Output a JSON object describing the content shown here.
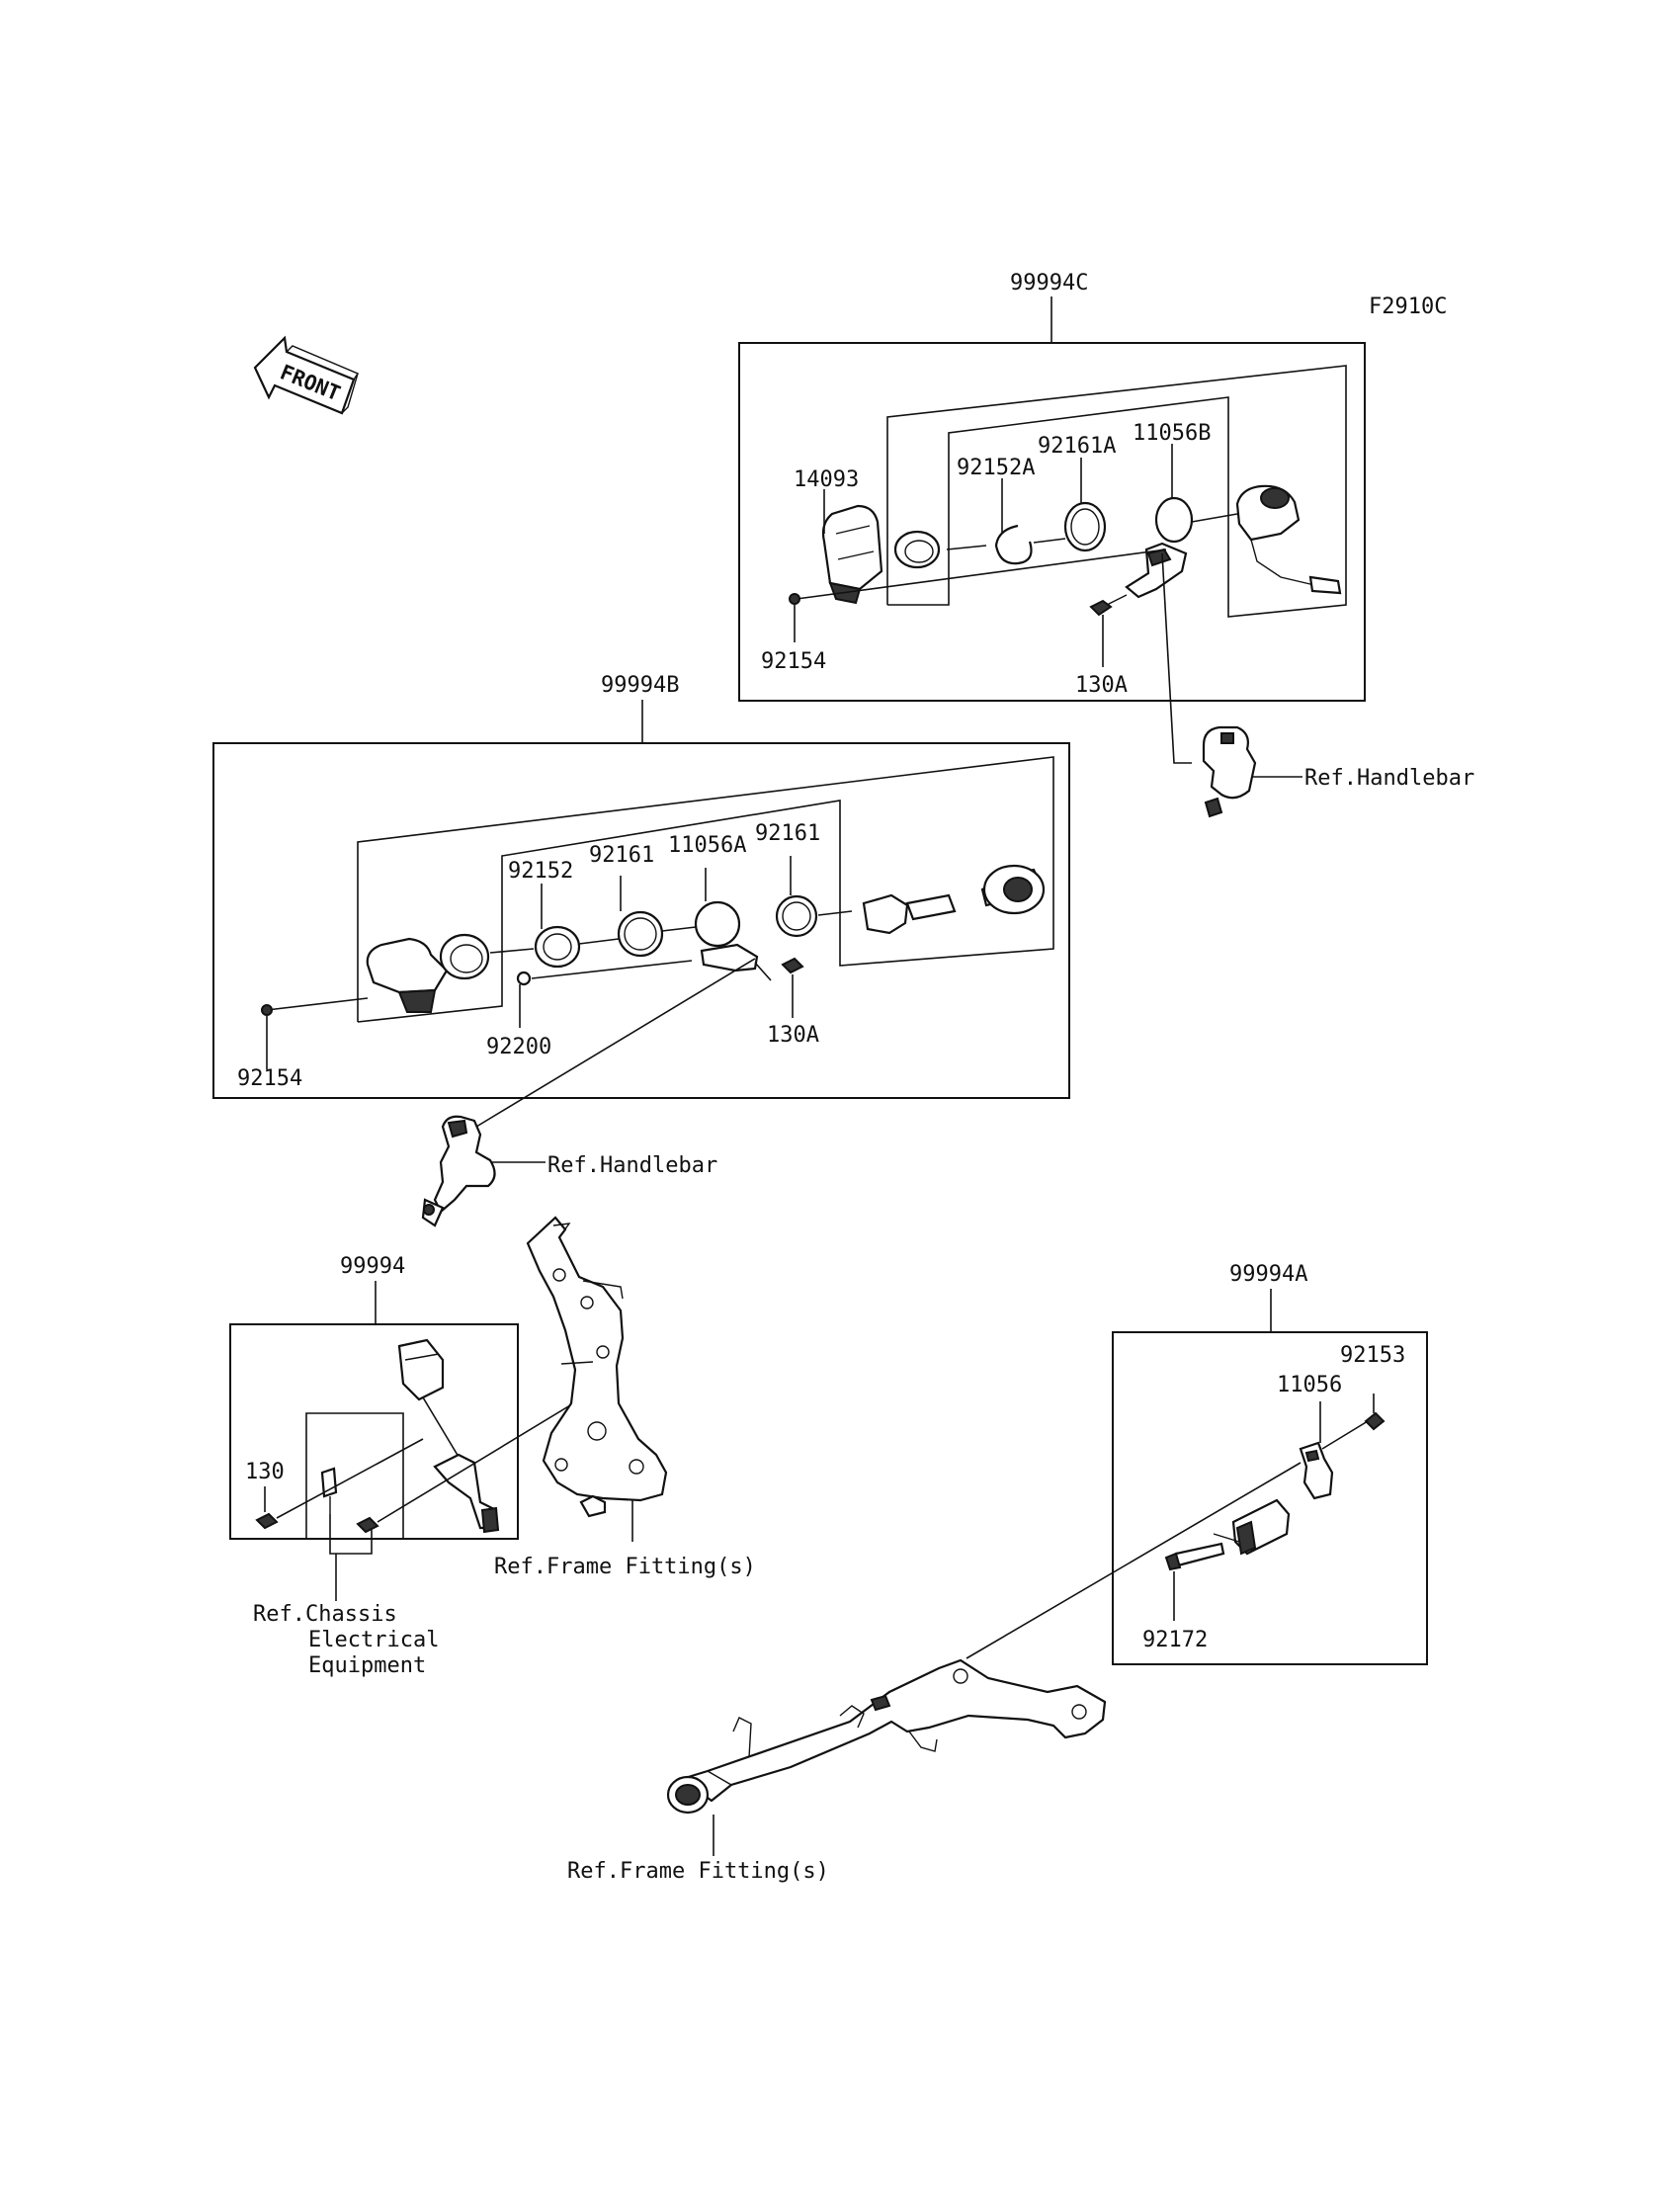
{
  "figure_code": "F2910C",
  "front_arrow_label": "FRONT",
  "colors": {
    "line": "#111111",
    "background": "#ffffff"
  },
  "groups": {
    "g99994C": {
      "number": "99994C",
      "parts": {
        "p14093": "14093",
        "p92152A": "92152A",
        "p92161A": "92161A",
        "p11056B": "11056B",
        "p92154": "92154",
        "p130A": "130A"
      }
    },
    "g99994B": {
      "number": "99994B",
      "parts": {
        "p92152": "92152",
        "p92161a": "92161",
        "p11056A": "11056A",
        "p92161b": "92161",
        "p92200": "92200",
        "p92154": "92154",
        "p130A": "130A"
      }
    },
    "g99994": {
      "number": "99994",
      "parts": {
        "p130": "130"
      }
    },
    "g99994A": {
      "number": "99994A",
      "parts": {
        "p92153": "92153",
        "p11056": "11056",
        "p92172": "92172"
      }
    }
  },
  "references": {
    "handlebar_upper": "Ref.Handlebar",
    "handlebar_lower": "Ref.Handlebar",
    "frame_fitting_center": "Ref.Frame Fitting(s)",
    "frame_fitting_bottom": "Ref.Frame Fitting(s)",
    "chassis_line1": "Ref.Chassis",
    "chassis_line2": "Electrical",
    "chassis_line3": "Equipment"
  }
}
